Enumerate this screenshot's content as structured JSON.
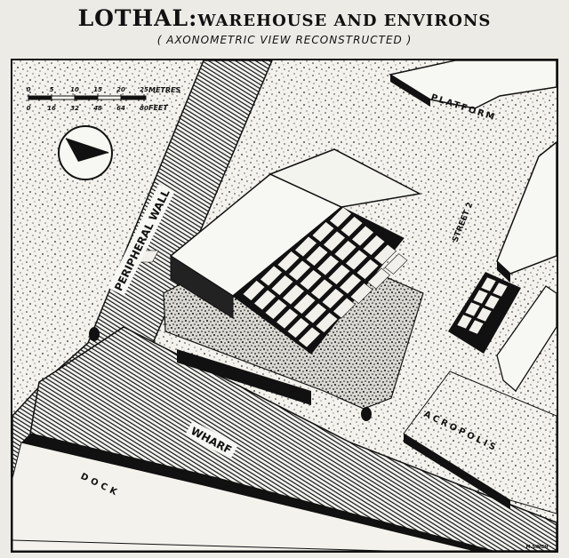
{
  "title": {
    "main": "LOTHAL:",
    "rest": "WAREHOUSE AND ENVIRONS"
  },
  "subtitle": "( AXONOMETRIC VIEW RECONSTRUCTED )",
  "scale": {
    "metres_ticks": [
      "0",
      "5",
      "10",
      "15",
      "20",
      "25"
    ],
    "metres_unit": "METRES",
    "feet_ticks": [
      "0",
      "16",
      "32",
      "48",
      "64",
      "80"
    ],
    "feet_unit": "FEET"
  },
  "labels": {
    "peripheral_wall": "PERIPHERAL WALL",
    "platform": "PLATFORM",
    "street": "STREET 2",
    "wharf": "WHARF",
    "dock": "DOCK",
    "acropolis": "ACROPOLIS",
    "signature": "M.SINGH"
  },
  "colors": {
    "ink": "#111111",
    "paper": "#f2f1ec",
    "page": "#ecebe6"
  },
  "icons": {
    "north": "north-arrow-icon"
  }
}
